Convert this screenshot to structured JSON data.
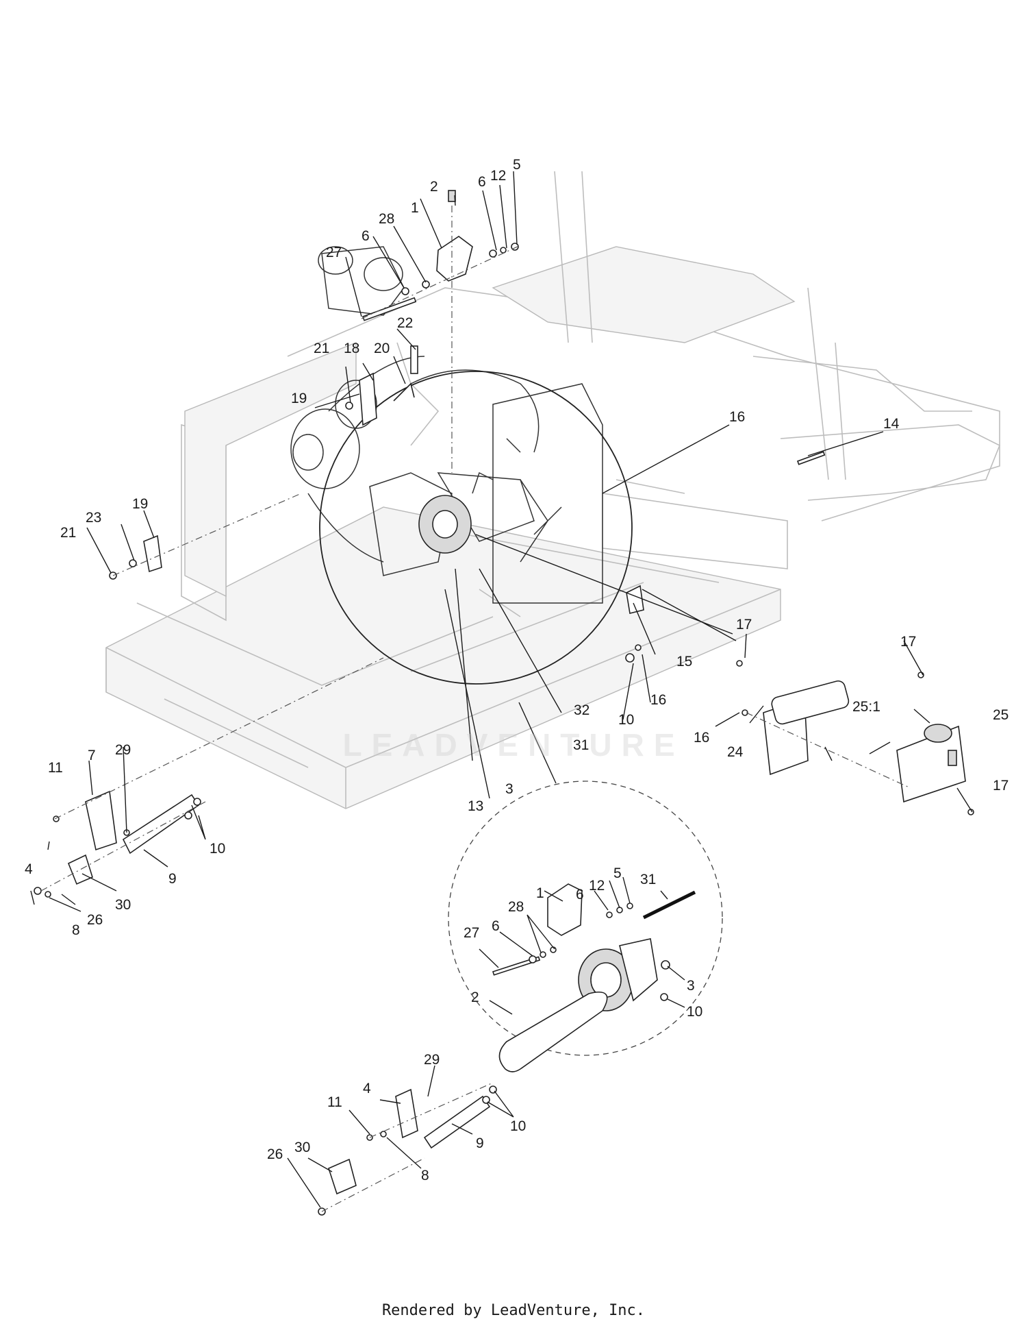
{
  "footer": {
    "rendered_by": "Rendered by LeadVenture, Inc."
  },
  "watermark": {
    "text": "LEADVENTURE"
  },
  "callouts": {
    "c1": "1",
    "c2": "2",
    "c3": "3",
    "c4": "4",
    "c5": "5",
    "c6": "6",
    "c7": "7",
    "c8": "8",
    "c9": "9",
    "c10": "10",
    "c11": "11",
    "c12": "12",
    "c13": "13",
    "c14": "14",
    "c15": "15",
    "c16": "16",
    "c17": "17",
    "c18": "18",
    "c19": "19",
    "c20": "20",
    "c21": "21",
    "c22": "22",
    "c23": "23",
    "c24": "24",
    "c25": "25",
    "c25_1": "25:1",
    "c26": "26",
    "c27": "27",
    "c28": "28",
    "c29": "29",
    "c30": "30",
    "c31": "31",
    "c32": "32"
  }
}
